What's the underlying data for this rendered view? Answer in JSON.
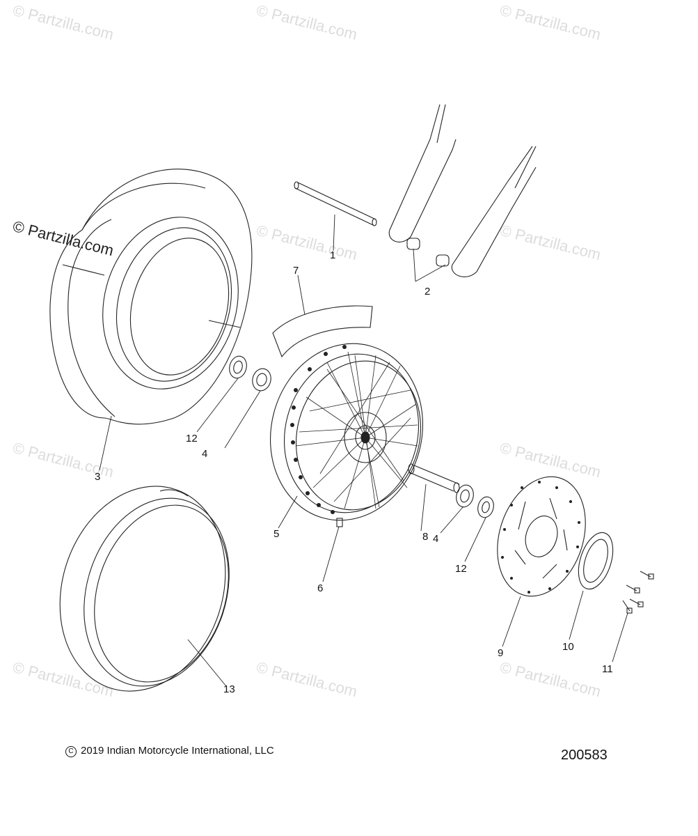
{
  "watermark": {
    "text": "© Partzilla.com"
  },
  "callouts": {
    "c1": "1",
    "c2": "2",
    "c3": "3",
    "c4a": "4",
    "c4b": "4",
    "c5": "5",
    "c6": "6",
    "c7": "7",
    "c8": "8",
    "c9": "9",
    "c10": "10",
    "c11": "11",
    "c12a": "12",
    "c12b": "12",
    "c13": "13"
  },
  "footer": {
    "copyright_symbol": "C",
    "copyright": "2019 Indian Motorcycle International, LLC",
    "diagram_id": "200583"
  },
  "colors": {
    "line": "#222222",
    "watermark": "#dcdcdc"
  }
}
